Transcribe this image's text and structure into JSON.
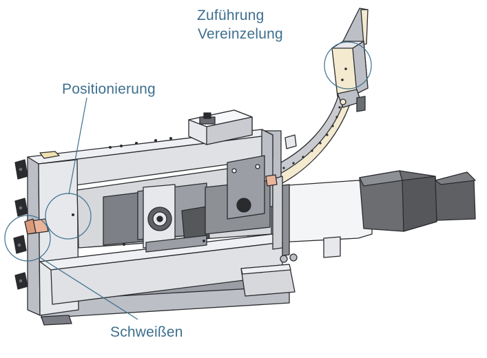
{
  "labels": {
    "feed_line1": "Zuführung",
    "feed_line2": "Vereinzelung",
    "positioning": "Positionierung",
    "welding": "Schweißen"
  },
  "colors": {
    "callout": "#3d6f8e",
    "steel_light": "#e7e8ec",
    "steel_mid": "#bcbfc6",
    "steel_dark": "#6a6d73",
    "outline": "#2a2b2e",
    "tape": "#f3ead0",
    "copper": "#e9b49a",
    "motor": "#6b6d71"
  }
}
